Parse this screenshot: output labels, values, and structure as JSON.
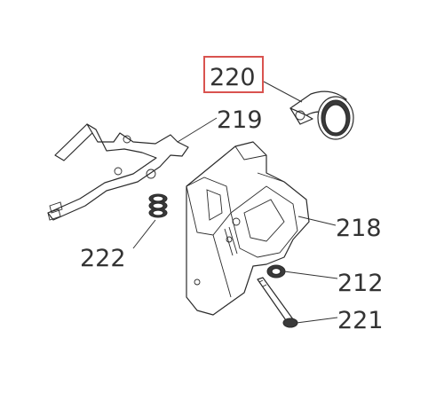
{
  "callouts": {
    "c220": "220",
    "c219": "219",
    "c218": "218",
    "c222": "222",
    "c212": "212",
    "c221": "221"
  },
  "colors": {
    "highlight_box": "#d9534f",
    "line_art": "#2b2b2b",
    "background": "#ffffff"
  },
  "highlighted_part": "220"
}
